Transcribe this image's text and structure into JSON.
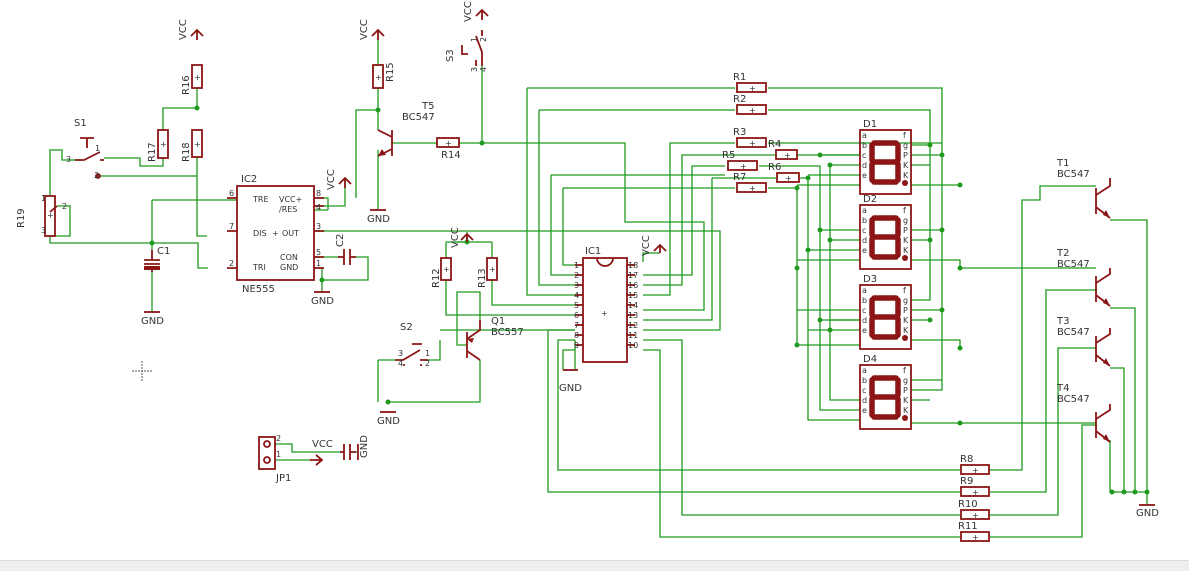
{
  "colors": {
    "wire": "#1f9a1f",
    "symbol": "#8c1515",
    "text": "#333333",
    "background": "#ffffff"
  },
  "vcc_label": "VCC",
  "gnd_label": "GND",
  "ic2": {
    "name": "IC2",
    "value": "NE555",
    "pins": {
      "tre": "TRE",
      "vcc": "VCC+",
      "res": "/RES",
      "dis": "DIS",
      "out": "OUT",
      "con": "CON",
      "tri": "TRI",
      "gnd": "GND"
    },
    "pin_numbers": {
      "p6": "6",
      "p7": "7",
      "p2": "2",
      "p8": "8",
      "p4": "4",
      "p3": "3",
      "p5": "5",
      "p1": "1"
    }
  },
  "ic1": {
    "name": "IC1",
    "left_pins": [
      "1",
      "2",
      "3",
      "4",
      "5",
      "6",
      "7",
      "8",
      "9"
    ],
    "right_pins": [
      "18",
      "17",
      "16",
      "15",
      "14",
      "13",
      "12",
      "11",
      "10"
    ]
  },
  "resistors": [
    "R1",
    "R2",
    "R3",
    "R4",
    "R5",
    "R6",
    "R7",
    "R8",
    "R9",
    "R10",
    "R11",
    "R12",
    "R13",
    "R14",
    "R15",
    "R16",
    "R17",
    "R18"
  ],
  "pot": "R19",
  "pot_pins": [
    "1",
    "2",
    "3"
  ],
  "transistors": {
    "t1": {
      "name": "T1",
      "value": "BC547"
    },
    "t2": {
      "name": "T2",
      "value": "BC547"
    },
    "t3": {
      "name": "T3",
      "value": "BC547"
    },
    "t4": {
      "name": "T4",
      "value": "BC547"
    },
    "t5": {
      "name": "T5",
      "value": "BC547"
    },
    "q1": {
      "name": "Q1",
      "value": "BC557"
    }
  },
  "capacitors": [
    "C1",
    "C2"
  ],
  "switches": {
    "s1": {
      "name": "S1",
      "pins": [
        "1",
        "2",
        "3"
      ]
    },
    "s2": {
      "name": "S2",
      "pins": [
        "1",
        "2",
        "3",
        "4"
      ]
    },
    "s3": {
      "name": "S3",
      "pins": [
        "1",
        "2",
        "3",
        "4"
      ]
    }
  },
  "displays": [
    "D1",
    "D2",
    "D3",
    "D4"
  ],
  "display_pins_left": [
    "a",
    "b",
    "c",
    "d",
    "e"
  ],
  "display_pins_right": [
    "f",
    "g",
    "P",
    "K",
    "K"
  ],
  "jumper": {
    "name": "JP1",
    "pins": [
      "2",
      "1"
    ]
  }
}
